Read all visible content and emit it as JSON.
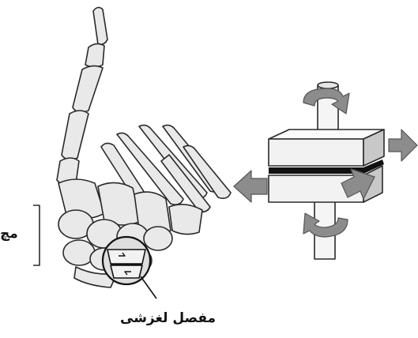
{
  "labels": {
    "wrist": "مچ",
    "gliding_joint": "مفصل لغزشی"
  },
  "colors": {
    "background": "#ffffff",
    "bone_fill": "#e9e9e9",
    "bone_stroke": "#2a2a2a",
    "arrow_fill": "#8c8c8c",
    "block_fill": "#f2f2f2",
    "block_side": "#c8c8c8",
    "joint_gap": "#111111"
  },
  "icons": [
    "hand-skeleton-illustration",
    "gliding-joint-model",
    "rotation-arrow-icon",
    "slide-arrow-icon"
  ]
}
